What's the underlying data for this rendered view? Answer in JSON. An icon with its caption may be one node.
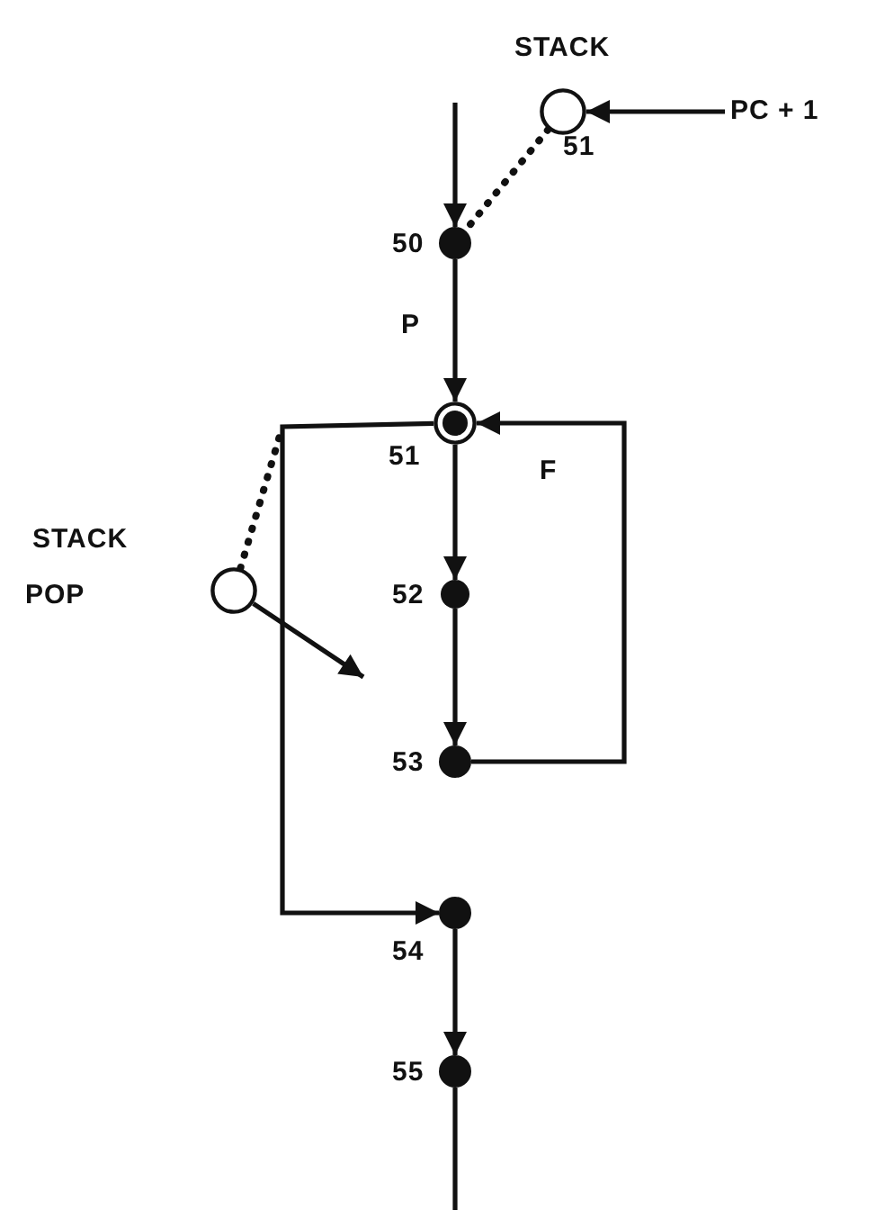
{
  "diagram": {
    "nodes": [
      {
        "text": [],
        "shape": "circle",
        "beside": [
          "STACK",
          "51"
        ]
      },
      {
        "text": [],
        "shape": "circle",
        "beside": [
          "50"
        ]
      },
      {
        "text": [],
        "shape": "circle",
        "beside": [
          "51"
        ]
      },
      {
        "text": [],
        "shape": "circle",
        "beside": [
          "52"
        ]
      },
      {
        "text": [],
        "shape": "circle",
        "beside": [
          "53"
        ]
      },
      {
        "text": [],
        "shape": "circle",
        "beside": [
          "54"
        ]
      },
      {
        "text": [],
        "shape": "circle",
        "beside": [
          "55"
        ]
      },
      {
        "text": [],
        "shape": "circle",
        "beside": [
          "STACK",
          "POP"
        ]
      },
      {
        "text": [
          "PC + 1"
        ]
      }
    ],
    "edges": [
      {
        "from": null,
        "to": 1,
        "arrow": "to"
      },
      {
        "from": 8,
        "to": 0,
        "arrow": "to"
      },
      {
        "from": 0,
        "to": 1,
        "arrow": "none",
        "style": "dashed"
      },
      {
        "from": 1,
        "to": 2,
        "arrow": "to",
        "label": "P"
      },
      {
        "from": 2,
        "to": 3,
        "arrow": "to"
      },
      {
        "from": 3,
        "to": 4,
        "arrow": "to"
      },
      {
        "from": 4,
        "to": 2,
        "arrow": "to",
        "label": "F"
      },
      {
        "from": 2,
        "to": 5,
        "arrow": "to"
      },
      {
        "from": 7,
        "to": null,
        "arrow": "none",
        "style": "dashed"
      },
      {
        "from": 7,
        "to": null,
        "arrow": "to"
      },
      {
        "from": 6,
        "to": null,
        "arrow": "none"
      },
      {
        "from": 5,
        "to": 6,
        "arrow": "to"
      }
    ]
  }
}
